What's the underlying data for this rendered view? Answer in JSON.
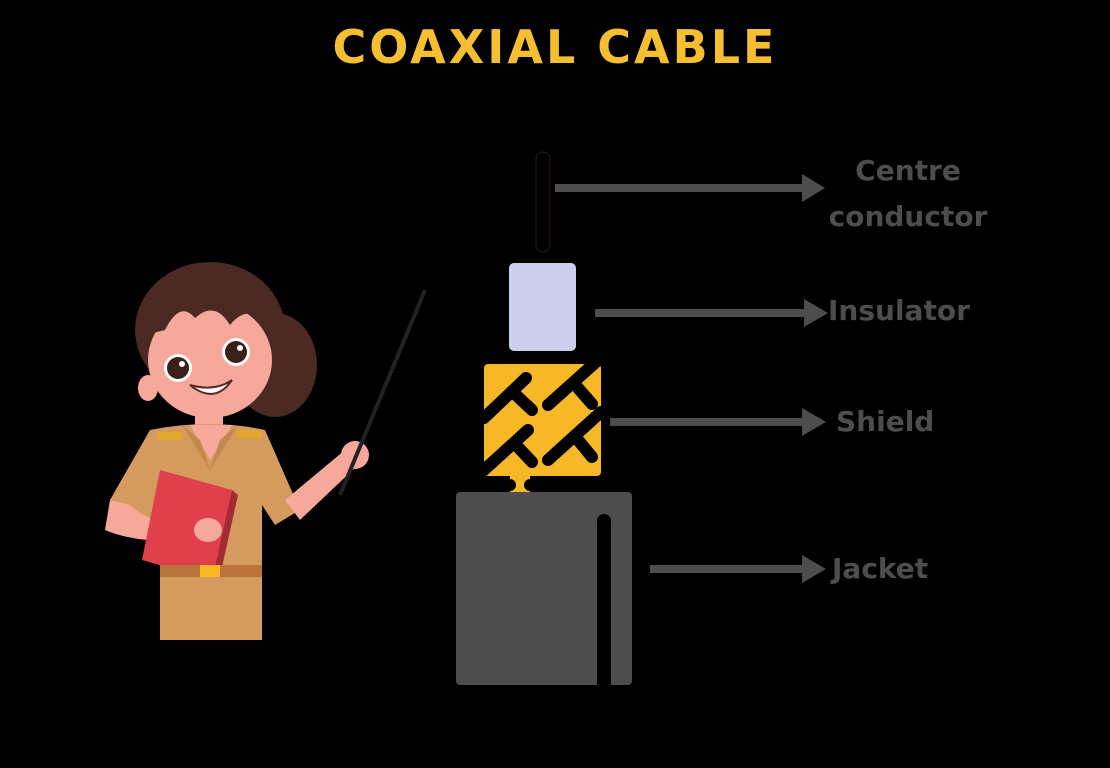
{
  "title": "COAXIAL CABLE",
  "colors": {
    "background": "#000000",
    "title": "#f6bf2f",
    "label": "#4d4d4d",
    "arrow": "#4d4d4d",
    "insulator": "#ccceee",
    "shield": "#f6b826",
    "jacket": "#4d4d4d",
    "outline": "#000000"
  },
  "diagram": {
    "layers": [
      {
        "id": "centre-conductor",
        "label_line1": "Centre",
        "label_line2": "conductor"
      },
      {
        "id": "insulator",
        "label": "Insulator"
      },
      {
        "id": "shield",
        "label": "Shield"
      },
      {
        "id": "jacket",
        "label": "Jacket"
      }
    ]
  },
  "illustration": {
    "subject": "teacher-with-pointer-and-book"
  }
}
